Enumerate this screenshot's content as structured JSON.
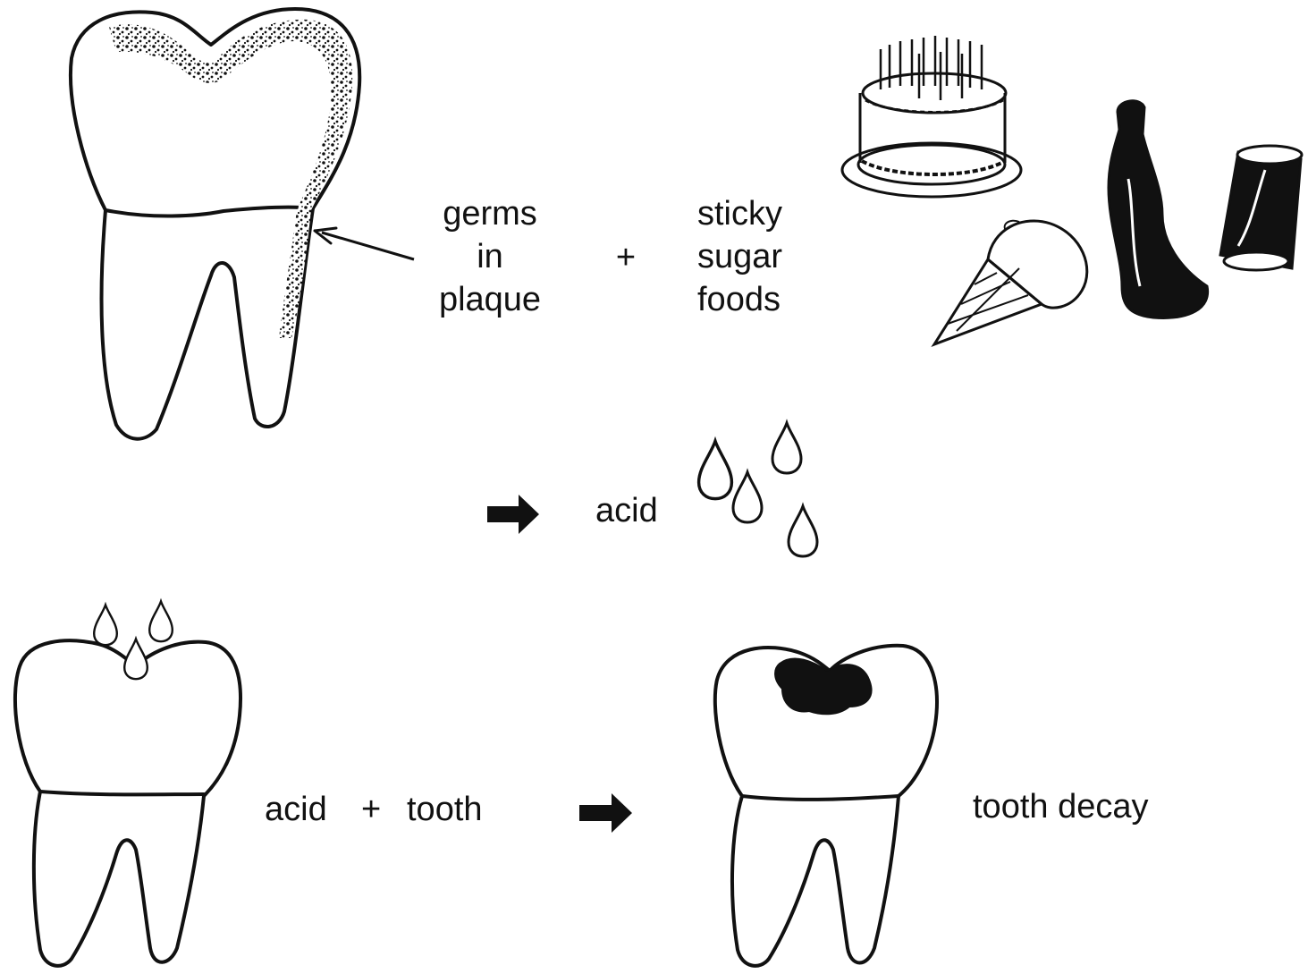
{
  "diagram": {
    "step1": {
      "germs_label": [
        "germs",
        "in",
        "plaque"
      ],
      "plus": "+",
      "foods_label": [
        "sticky",
        "sugar",
        "foods"
      ],
      "food_icons": [
        "birthday-cake",
        "ice-cream-cone",
        "cola-bottle",
        "soda-can"
      ]
    },
    "step2": {
      "result_label": "acid",
      "icons": [
        "arrow-right",
        "acid-drops"
      ]
    },
    "step3": {
      "label_acid": "acid",
      "plus": "+",
      "label_tooth": "tooth",
      "result_label": "tooth decay",
      "icons": [
        "tooth-with-acid-drops",
        "arrow-right",
        "decayed-tooth"
      ]
    }
  },
  "colors": {
    "ink": "#111111",
    "background": "#ffffff"
  }
}
